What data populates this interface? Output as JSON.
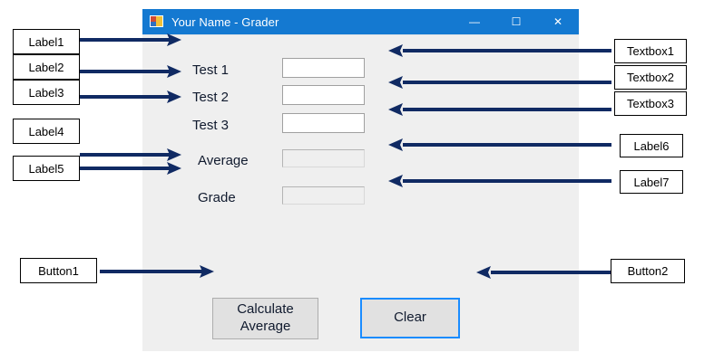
{
  "window": {
    "title": "Your Name - Grader",
    "icon": "winforms-app-icon",
    "controls": {
      "minimize": "—",
      "maximize": "☐",
      "close": "✕"
    },
    "accent_color": "#1479d1",
    "client_bg": "#efefef"
  },
  "form": {
    "labels": [
      {
        "name": "test1",
        "text": "Test 1"
      },
      {
        "name": "test2",
        "text": "Test 2"
      },
      {
        "name": "test3",
        "text": "Test 3"
      },
      {
        "name": "average",
        "text": "Average"
      },
      {
        "name": "grade",
        "text": "Grade"
      }
    ],
    "textboxes": [
      {
        "name": "textbox1",
        "value": "",
        "readonly": false
      },
      {
        "name": "textbox2",
        "value": "",
        "readonly": false
      },
      {
        "name": "textbox3",
        "value": "",
        "readonly": false
      }
    ],
    "outputs": [
      {
        "name": "average-output",
        "value": "",
        "readonly": true
      },
      {
        "name": "grade-output",
        "value": "",
        "readonly": true
      }
    ],
    "buttons": {
      "calculate_line1": "Calculate",
      "calculate_line2": "Average",
      "clear": "Clear",
      "focus_color": "#1a8cff"
    }
  },
  "annotations": {
    "arrow_color": "#102a63",
    "left": [
      {
        "name": "label1",
        "text": "Label1"
      },
      {
        "name": "label2",
        "text": "Label2"
      },
      {
        "name": "label3",
        "text": "Label3"
      },
      {
        "name": "label4",
        "text": "Label4"
      },
      {
        "name": "label5",
        "text": "Label5"
      },
      {
        "name": "button1",
        "text": "Button1"
      }
    ],
    "right": [
      {
        "name": "textbox1",
        "text": "Textbox1"
      },
      {
        "name": "textbox2",
        "text": "Textbox2"
      },
      {
        "name": "textbox3",
        "text": "Textbox3"
      },
      {
        "name": "label6",
        "text": "Label6"
      },
      {
        "name": "label7",
        "text": "Label7"
      },
      {
        "name": "button2",
        "text": "Button2"
      }
    ]
  }
}
